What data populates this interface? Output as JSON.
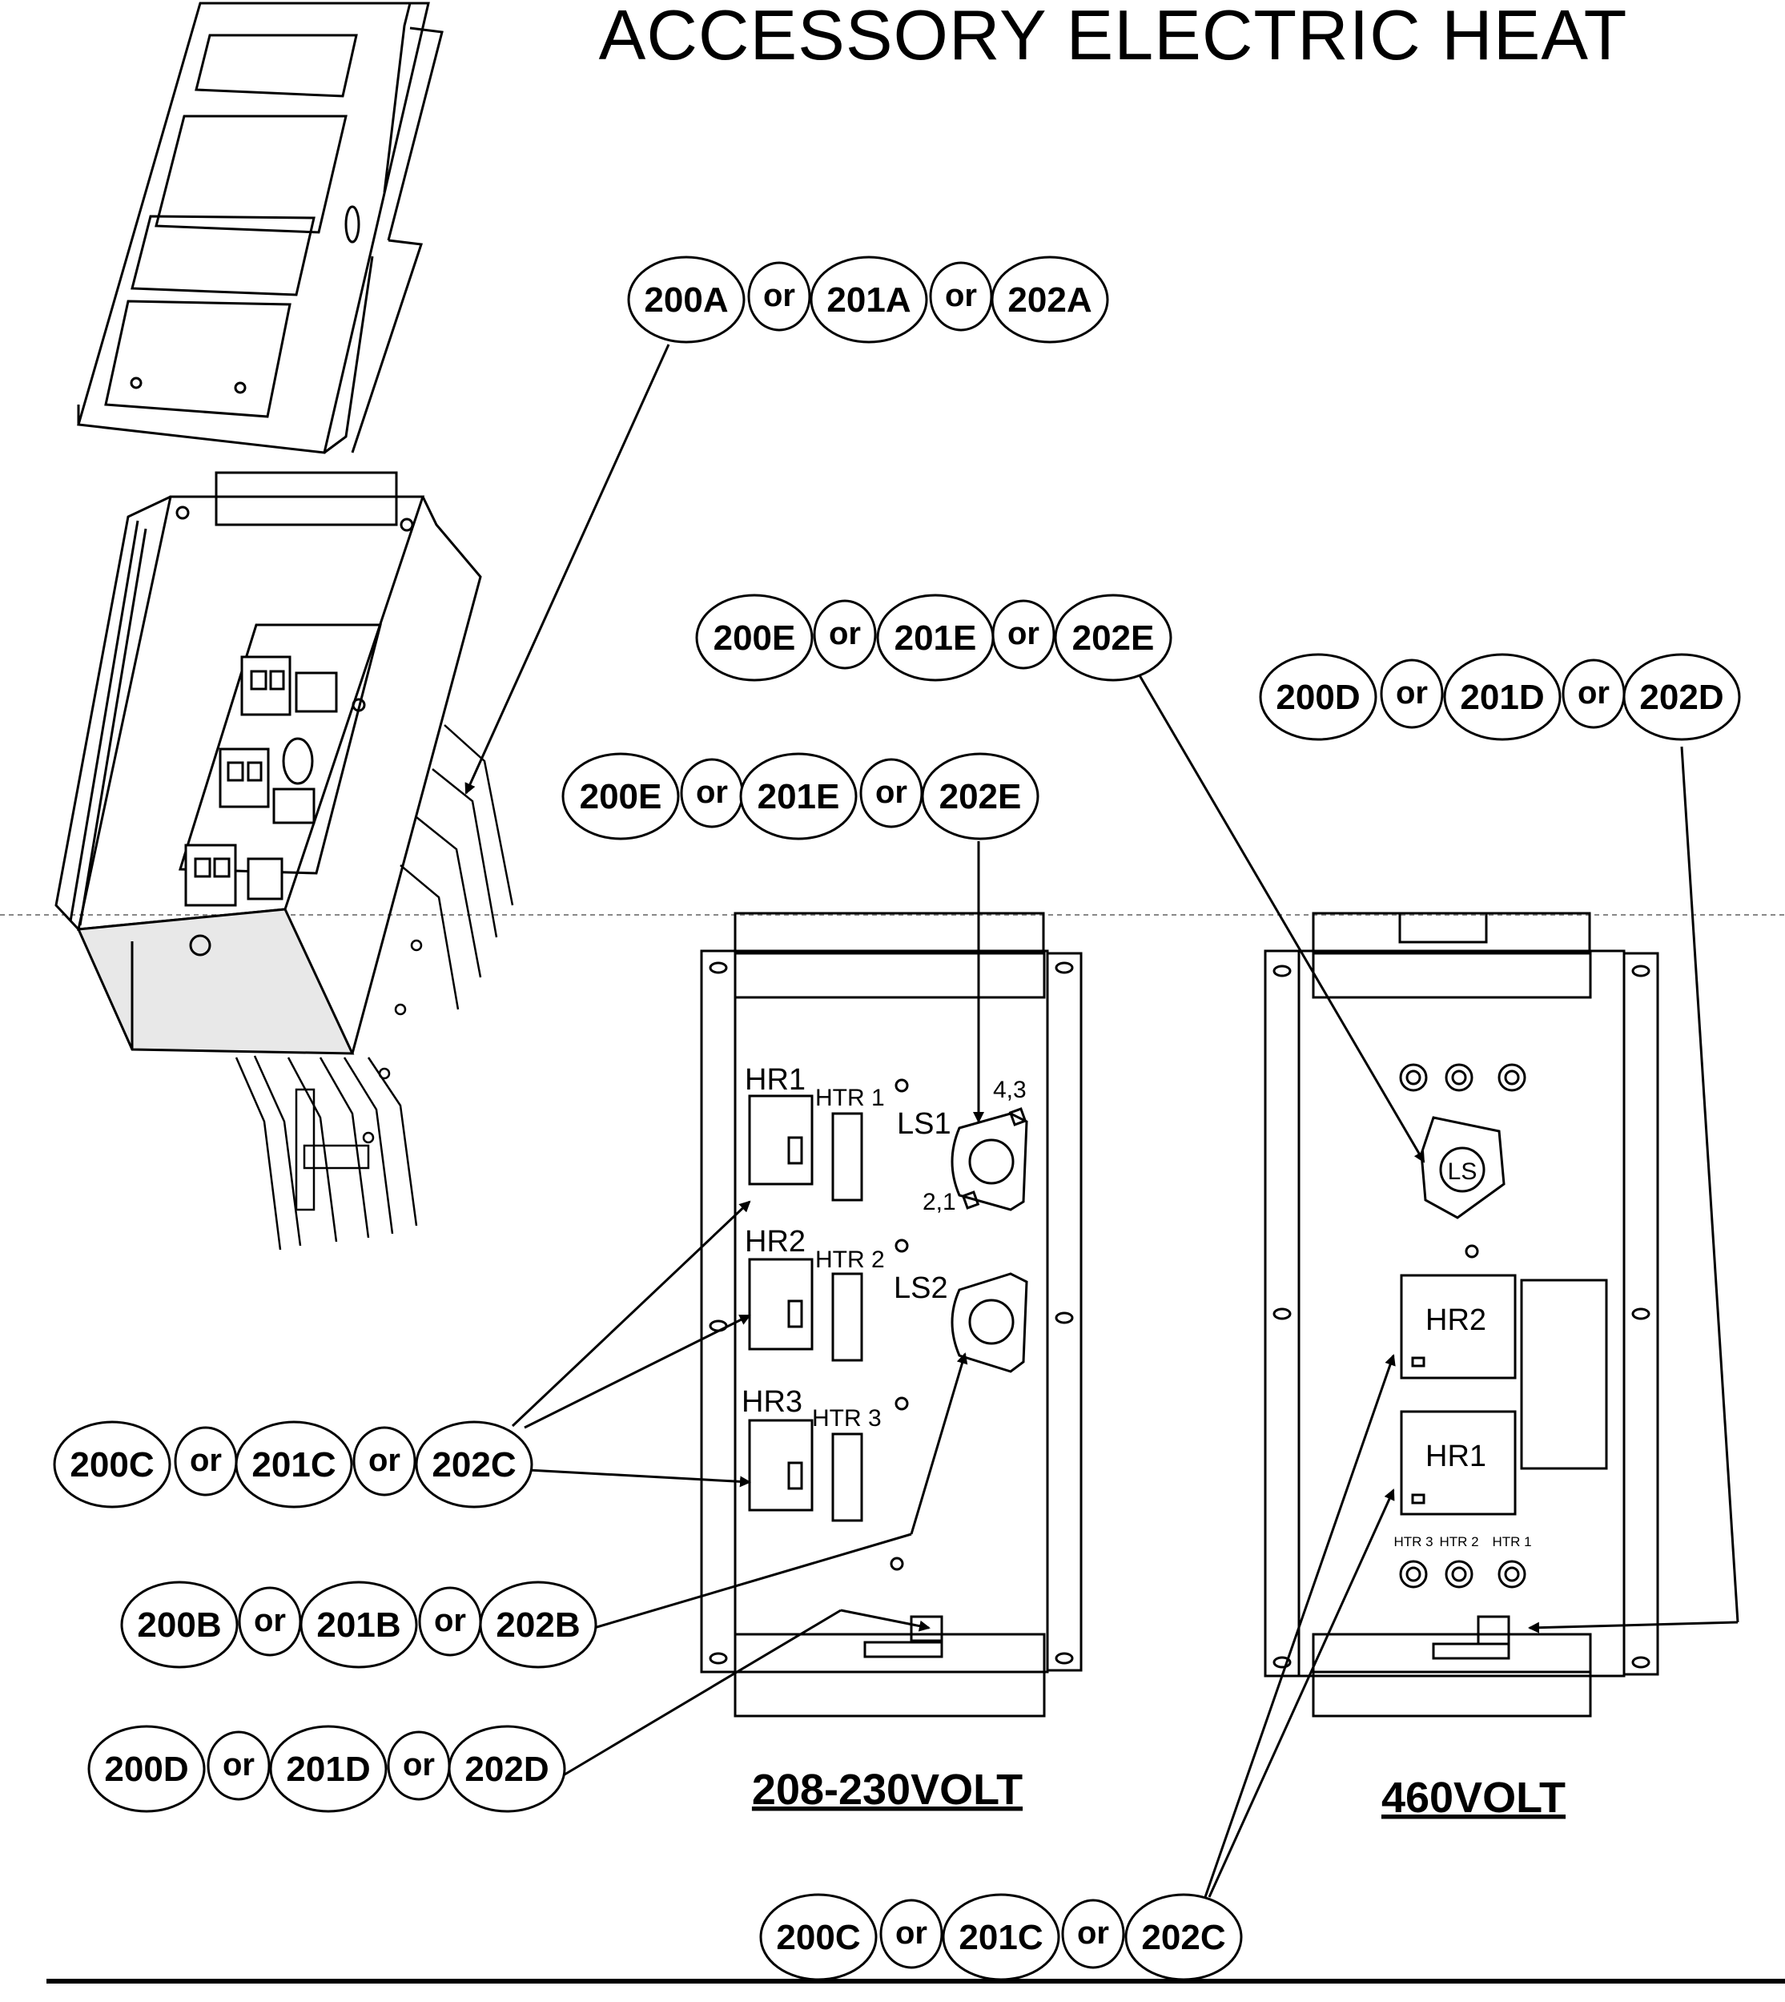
{
  "title": "ACCESSORY ELECTRIC HEAT",
  "callouts": {
    "a": {
      "p1": "200A",
      "or1": "or",
      "p2": "201A",
      "or2": "or",
      "p3": "202A"
    },
    "e1": {
      "p1": "200E",
      "or1": "or",
      "p2": "201E",
      "or2": "or",
      "p3": "202E"
    },
    "e2": {
      "p1": "200E",
      "or1": "or",
      "p2": "201E",
      "or2": "or",
      "p3": "202E"
    },
    "d1": {
      "p1": "200D",
      "or1": "or",
      "p2": "201D",
      "or2": "or",
      "p3": "202D"
    },
    "c1": {
      "p1": "200C",
      "or1": "or",
      "p2": "201C",
      "or2": "or",
      "p3": "202C"
    },
    "b": {
      "p1": "200B",
      "or1": "or",
      "p2": "201B",
      "or2": "or",
      "p3": "202B"
    },
    "d2": {
      "p1": "200D",
      "or1": "or",
      "p2": "201D",
      "or2": "or",
      "p3": "202D"
    },
    "c2": {
      "p1": "200C",
      "or1": "or",
      "p2": "201C",
      "or2": "or",
      "p3": "202C"
    }
  },
  "panel_208": {
    "caption": "208-230VOLT",
    "hr1": "HR1",
    "hr2": "HR2",
    "hr3": "HR3",
    "htr1": "HTR 1",
    "htr2": "HTR 2",
    "htr3": "HTR 3",
    "ls1": "LS1",
    "ls2": "LS2",
    "term_43": "4,3",
    "term_21": "2,1"
  },
  "panel_460": {
    "caption": "460VOLT",
    "hr1": "HR1",
    "hr2": "HR2",
    "ls": "LS",
    "htr3": "HTR 3",
    "htr2": "HTR 2",
    "htr1": "HTR 1"
  }
}
